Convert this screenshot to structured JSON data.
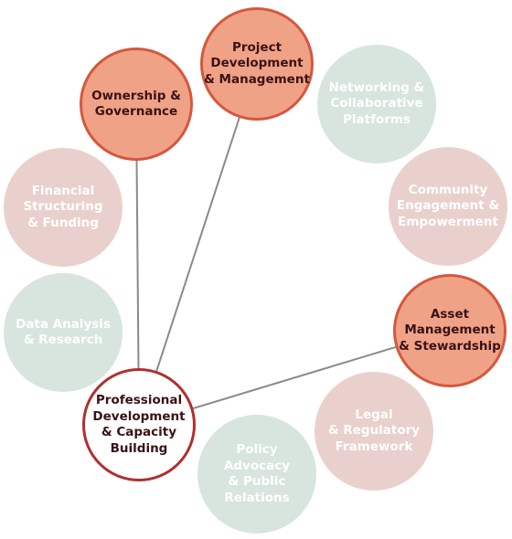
{
  "diagram": {
    "center": {
      "id": "professional-development",
      "label": "Professional\nDevelopment\n& Capacity\nBuilding"
    },
    "nodes": [
      {
        "id": "project-development",
        "label": "Project\nDevelopment\n& Management",
        "state": "active",
        "group": "pink"
      },
      {
        "id": "networking-platforms",
        "label": "Networking &\nCollaborative\nPlatforms",
        "state": "faded",
        "group": "green"
      },
      {
        "id": "community-engagement",
        "label": "Community\nEngagement &\nEmpowerment",
        "state": "faded",
        "group": "pink"
      },
      {
        "id": "asset-management",
        "label": "Asset\nManagement\n& Stewardship",
        "state": "active",
        "group": "pink"
      },
      {
        "id": "legal-framework",
        "label": "Legal\n& Regulatory\nFramework",
        "state": "faded",
        "group": "pink"
      },
      {
        "id": "policy-advocacy",
        "label": "Policy\nAdvocacy\n& Public\nRelations",
        "state": "faded",
        "group": "green"
      },
      {
        "id": "data-analysis",
        "label": "Data Analysis\n& Research",
        "state": "faded",
        "group": "green"
      },
      {
        "id": "financial-structuring",
        "label": "Financial\nStructuring\n& Funding",
        "state": "faded",
        "group": "pink"
      },
      {
        "id": "ownership-governance",
        "label": "Ownership &\nGovernance",
        "state": "active",
        "group": "pink"
      }
    ],
    "connections": [
      "project-development",
      "asset-management",
      "ownership-governance"
    ],
    "colors": {
      "active_fill": "#f0a287",
      "active_border": "#d5573d",
      "center_border": "#b0302f",
      "faded_pink": "#ead0cc",
      "faded_green": "#d7e5de",
      "line": "#8a8a8a"
    }
  }
}
